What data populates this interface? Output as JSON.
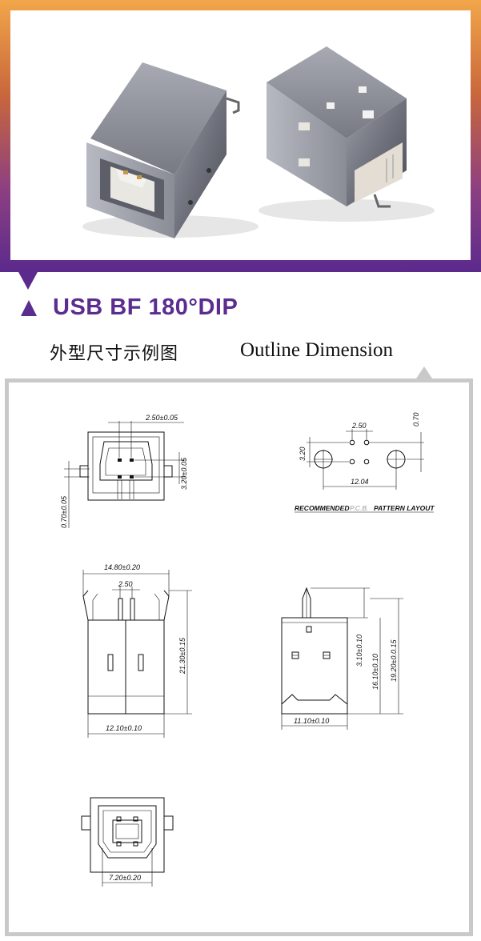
{
  "product": {
    "title": "USB BF 180°DIP",
    "subtitle_cn": "外型尺寸示例图",
    "subtitle_en": "Outline Dimension"
  },
  "colors": {
    "band_top": "#f2a64a",
    "band_bottom": "#5b2a8c",
    "title_purple": "#5a2d8e",
    "frame_gray": "#c9c9c9"
  },
  "drawings": {
    "front_view": {
      "dim_pin_pitch": "2.50±0.05",
      "dim_pin_vertical": "3.20±0.05",
      "dim_side_tab": "0.70±0.05"
    },
    "pcb_layout": {
      "dim_pin_pitch": "2.50",
      "dim_row_spacing": "3.20",
      "dim_peg_spacing": "12.04",
      "dim_offset": "0.70",
      "caption_prefix": "RECOMMENDED",
      "caption_pcb": "P.C.B.",
      "caption_suffix": "PATTERN LAYOUT"
    },
    "top_view": {
      "dim_width": "14.80±0.20",
      "dim_pin_pitch": "2.50",
      "dim_height": "21.30±0.15",
      "dim_body_width": "12.10±0.10"
    },
    "side_view": {
      "dim_pin_len": "3.10±0.10",
      "dim_body_len": "16.10±0.10",
      "dim_total_len": "19.20±0.0.15",
      "dim_depth": "11.10±0.10"
    },
    "bottom_view": {
      "dim_opening": "7.20±0.20"
    }
  }
}
